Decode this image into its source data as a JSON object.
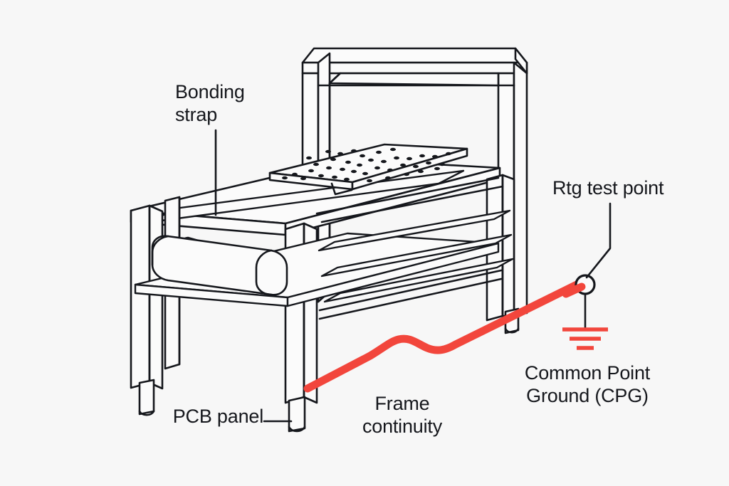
{
  "diagram": {
    "title": "ESD workbench grounding path diagram",
    "background_color": "#f7f7f7",
    "line_color": "#15171c",
    "accent_color": "#f2463c",
    "labels": {
      "bonding_strap": "Bonding\nstrap",
      "rtg_test_point": "Rtg test point",
      "common_point_ground": "Common Point\nGround (CPG)",
      "pcb_panel": "PCB panel",
      "frame_continuity": "Frame\ncontinuity"
    },
    "parts": {
      "rack_frame": "isometric-rack-frame",
      "gantry_arch": "upper-open-rectangular-frame",
      "perforated_board": "pcb-panel-with-holes",
      "roller": "lower-cylindrical-roller",
      "shelf_rails": "horizontal-shelf-rails",
      "legs": "four-legs-with-feet",
      "ground_cable": "red-bonding-cable",
      "test_point_node": "circular-test-point-node",
      "ground_symbol": "earth-ground-symbol-three-bars"
    },
    "leader_lines": {
      "bonding_strap": "vertical",
      "rtg_test_point": "vertical-then-diagonal",
      "pcb_panel": "horizontal"
    }
  }
}
